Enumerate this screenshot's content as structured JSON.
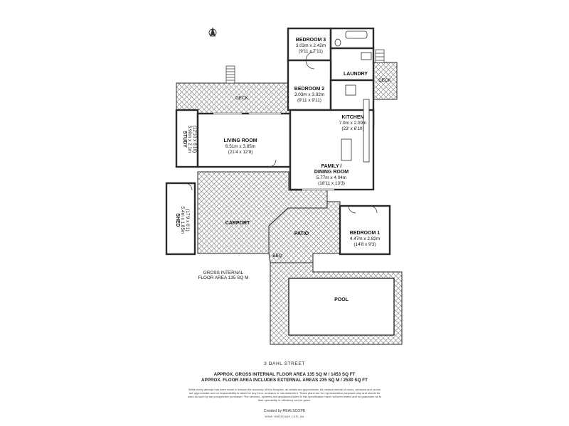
{
  "rooms": {
    "bedroom3": {
      "name": "BEDROOM 3",
      "dim_m": "3.03m x 2.42m",
      "dim_ft": "(9'11 x 7'11)"
    },
    "bedroom2": {
      "name": "BEDROOM 2",
      "dim_m": "3.03m x 3.02m",
      "dim_ft": "(9'11 x 9'11)"
    },
    "laundry": {
      "name": "LAUNDRY"
    },
    "deck_right": {
      "name": "DECK"
    },
    "deck_top": {
      "name": "DECK"
    },
    "kitchen": {
      "name": "KITCHEN",
      "dim_m": "7.0m x 2.09m",
      "dim_ft": "(23' x 6'10)"
    },
    "living": {
      "name": "LIVING ROOM",
      "dim_m": "6.51m x 3.85m",
      "dim_ft": "(21'4 x 12'8)"
    },
    "study": {
      "name": "STUDY",
      "dim_m": "3.90m x 2.1m",
      "dim_ft": "(12'10 x 6'10)"
    },
    "family": {
      "name": "FAMILY /",
      "name2": "DINING ROOM",
      "dim_m": "5.77m x 4.04m",
      "dim_ft": "(18'11 x 13'3)"
    },
    "shed": {
      "name": "SHED",
      "dim_m": "5.4m x 1.85m",
      "dim_ft": "(17'9 x 6'1)"
    },
    "carport": {
      "name": "CARPORT"
    },
    "patio": {
      "name": "PATIO"
    },
    "bbq": {
      "name": "BBQ"
    },
    "bedroom1": {
      "name": "BEDROOM 1",
      "dim_m": "4.47m x 2.82m",
      "dim_ft": "(14'8 x 9'3)"
    },
    "pool": {
      "name": "POOL"
    }
  },
  "gross_note": {
    "line1": "GROSS INTERNAL",
    "line2": "FLOOR AREA 135 SQ M"
  },
  "footer": {
    "address": "3 DAHL STREET",
    "area_internal": "APPROX. GROSS INTERNAL FLOOR AREA 135 SQ M / 1453 SQ FT",
    "area_external": "APPROX. FLOOR AREA INCLUDES EXTERNAL AREAS 235 SQ M / 2530 SQ FT",
    "disclaimer": "While every attempt has been made to ensure the accuracy of this floorplan, all details are approximate. All measurements of doors, windows and rooms are approximate and no responsibility is taken for any error, omission or mis-statement. These plans are for representation purposes only and should be used as such by any prospective purchaser. The services, systems and appliances listed in this specification have not been tested and no guarantee as to their operability or efficiency can be given.",
    "credit": "Created by REALSCOPE",
    "credit_url": "www.realscope.com.au"
  },
  "colors": {
    "wall": "#2a2a2a",
    "hatch": "#8a8a8a"
  },
  "icons": {
    "compass": "north-compass-icon"
  }
}
